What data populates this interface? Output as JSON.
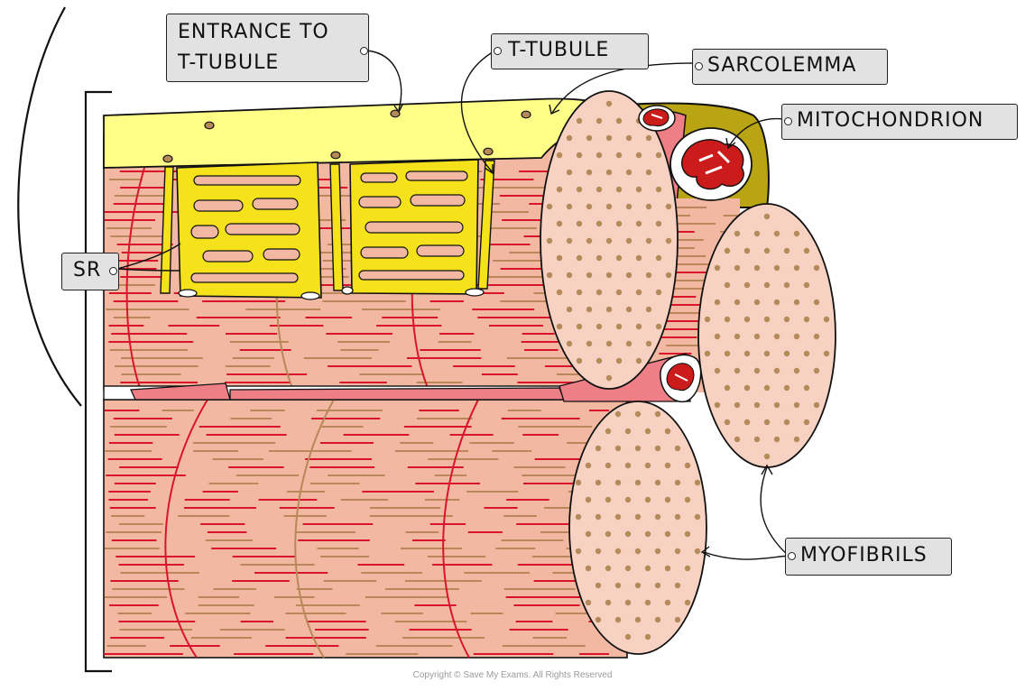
{
  "labels": {
    "entrance_line1": "ENTRANCE TO",
    "entrance_line2": "T-TUBULE",
    "t_tubule": "T-TUBULE",
    "sarcolemma": "SARCOLEMMA",
    "mitochondrion": "MITOCHONDRION",
    "sr": "SR",
    "myofibrils": "MYOFIBRILS"
  },
  "copyright": "Copyright © Save My Exams. All Rights Reserved",
  "colors": {
    "myofibril_fill": "#f2b8a2",
    "myofibril_end": "#f7d2c2",
    "dots": "#b48a5a",
    "red_lines": "#d9152b",
    "brown_lines": "#b8875a",
    "sarcolemma": "#ffff88",
    "sr": "#f5e21a",
    "mitochondrion_outer": "#ffffff",
    "mitochondrion_inner": "#cc1b1b",
    "olive": "#b9a414",
    "pink_fill": "#ef7f86"
  }
}
